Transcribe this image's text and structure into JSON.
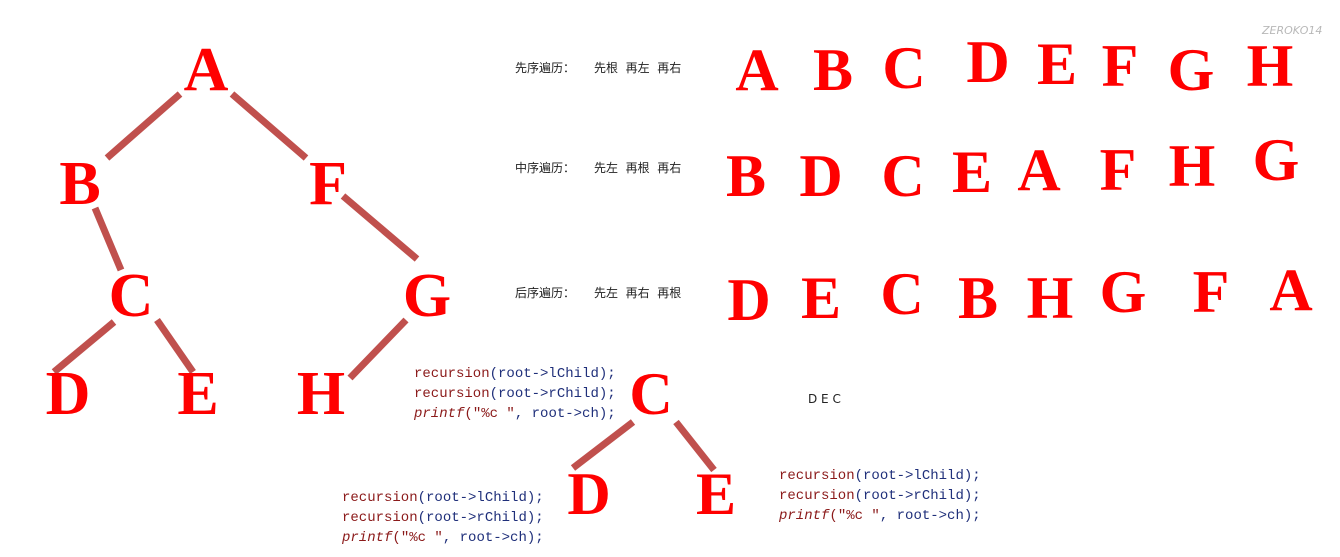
{
  "watermark": "ZEROKO14",
  "tree": {
    "nodes": [
      "A",
      "B",
      "F",
      "C",
      "G",
      "D",
      "E",
      "H"
    ],
    "edges": [
      [
        "A",
        "B"
      ],
      [
        "A",
        "F"
      ],
      [
        "B",
        "C"
      ],
      [
        "F",
        "G"
      ],
      [
        "C",
        "D"
      ],
      [
        "C",
        "E"
      ],
      [
        "G",
        "H"
      ]
    ]
  },
  "traversals": [
    {
      "label": "先序遍历：",
      "rule": "先根  再左  再右",
      "sequence": [
        "A",
        "B",
        "C",
        "D",
        "E",
        "F",
        "G",
        "H"
      ]
    },
    {
      "label": "中序遍历：",
      "rule": "先左  再根  再右",
      "sequence": [
        "B",
        "D",
        "C",
        "E",
        "A",
        "F",
        "H",
        "G"
      ]
    },
    {
      "label": "后序遍历：",
      "rule": "先左  再右  再根",
      "sequence": [
        "D",
        "E",
        "C",
        "B",
        "H",
        "G",
        "F",
        "A"
      ]
    }
  ],
  "subtree": {
    "nodes": [
      "C",
      "D",
      "E"
    ],
    "output": "D E C"
  },
  "code_blocks": [
    {
      "line1_call": "recursion",
      "line1_arg": "(root->lChild);",
      "line2_call": "recursion",
      "line2_arg": "(root->rChild);",
      "line3_fn": "printf",
      "line3_fmt": "(\"%c \"",
      "line3_arg": ", root->ch);"
    },
    {
      "line1_call": "recursion",
      "line1_arg": "(root->lChild);",
      "line2_call": "recursion",
      "line2_arg": "(root->rChild);",
      "line3_fn": "printf",
      "line3_fmt": "(\"%c \"",
      "line3_arg": ", root->ch);"
    },
    {
      "line1_call": "recursion",
      "line1_arg": "(root->lChild);",
      "line2_call": "recursion",
      "line2_arg": "(root->rChild);",
      "line3_fn": "printf",
      "line3_fmt": "(\"%c \"",
      "line3_arg": ", root->ch);"
    }
  ],
  "colors": {
    "node_text": "#ff0000",
    "edge": "#c0504d",
    "code": "#8b1a1a"
  }
}
